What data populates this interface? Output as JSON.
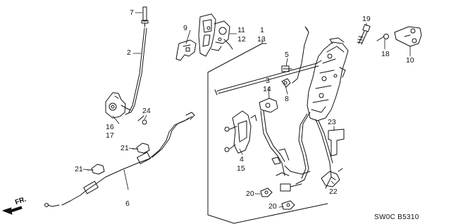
{
  "diagram": {
    "callouts": [
      {
        "id": "c7",
        "text": "7"
      },
      {
        "id": "c2",
        "text": "2"
      },
      {
        "id": "c9",
        "text": "9"
      },
      {
        "id": "c11",
        "text": "11"
      },
      {
        "id": "c12",
        "text": "12"
      },
      {
        "id": "c1",
        "text": "1"
      },
      {
        "id": "c13",
        "text": "13"
      },
      {
        "id": "c19",
        "text": "19"
      },
      {
        "id": "c18",
        "text": "18"
      },
      {
        "id": "c10",
        "text": "10"
      },
      {
        "id": "c5",
        "text": "5"
      },
      {
        "id": "c8",
        "text": "8"
      },
      {
        "id": "c3",
        "text": "3"
      },
      {
        "id": "c14",
        "text": "14"
      },
      {
        "id": "c24",
        "text": "24"
      },
      {
        "id": "c16",
        "text": "16"
      },
      {
        "id": "c17",
        "text": "17"
      },
      {
        "id": "c21a",
        "text": "21"
      },
      {
        "id": "c21b",
        "text": "21"
      },
      {
        "id": "c4",
        "text": "4"
      },
      {
        "id": "c15",
        "text": "15"
      },
      {
        "id": "c23",
        "text": "23"
      },
      {
        "id": "c22",
        "text": "22"
      },
      {
        "id": "c20a",
        "text": "20"
      },
      {
        "id": "c20b",
        "text": "20"
      },
      {
        "id": "c6",
        "text": "6"
      }
    ],
    "direction_label": "FR.",
    "diagram_code": "SW0C  B5310"
  }
}
